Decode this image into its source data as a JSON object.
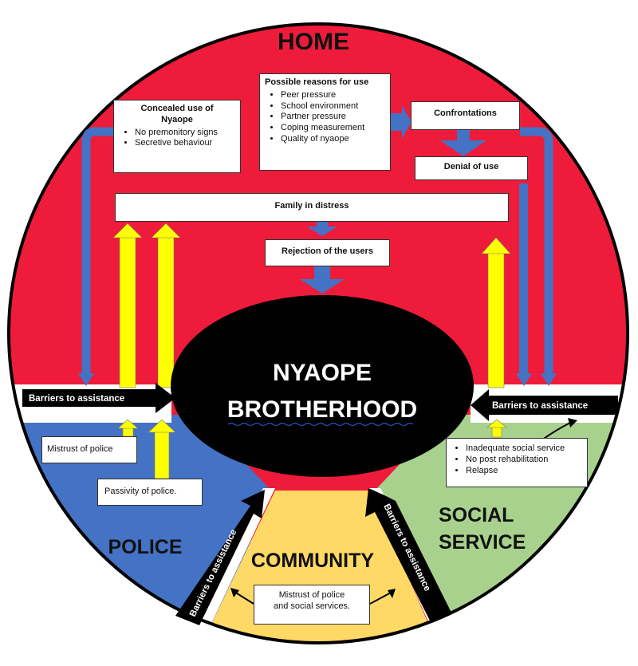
{
  "regions": {
    "home": "HOME",
    "police": "POLICE",
    "community": "COMMUNITY",
    "social": [
      "SOCIAL",
      "SERVICE"
    ]
  },
  "hub": {
    "line1": "NYAOPE",
    "line2": "BROTHERHOOD"
  },
  "boxes": {
    "concealed": {
      "title": [
        "Concealed use of",
        "Nyaope"
      ],
      "items": [
        "No premonitory signs",
        "Secretive behaviour"
      ]
    },
    "reasons": {
      "title": "Possible reasons for use",
      "items": [
        "Peer pressure",
        "School environment",
        "Partner pressure",
        "Coping measurement",
        "Quality of nyaope"
      ]
    },
    "confrontations": "Confrontations",
    "denial": "Denial of use",
    "family": "Family in distress",
    "rejection": "Rejection of the users",
    "mistrust_police": "Mistrust of police",
    "passivity": "Passivity of police.",
    "social_issues": {
      "items": [
        "Inadequate social service",
        "No post rehabilitation",
        "Relapse"
      ]
    },
    "mistrust_both": [
      "Mistrust of police",
      "and social services."
    ]
  },
  "barriers": {
    "left": "Barriers to assistance",
    "right": "Barriers to assistance",
    "diag_left": "Barriers to assistance",
    "diag_right": "Barriers to assistance"
  },
  "colors": {
    "home": "#EE1C3A",
    "police": "#4472C4",
    "community": "#FFD966",
    "social": "#A9D18E",
    "hub": "#000000",
    "blue_arrow": "#4472C4",
    "yellow_arrow": "#FFFF00"
  }
}
